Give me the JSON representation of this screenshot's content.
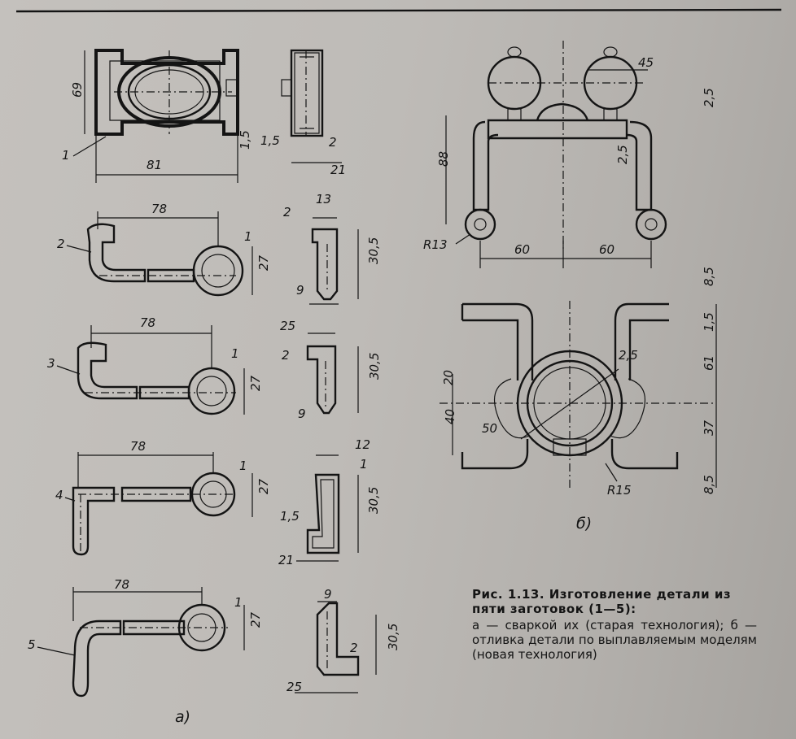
{
  "figure": {
    "caption_title": "Рис. 1.13. Изготовление детали из пяти заготовок (1—5):",
    "caption_text": "а — сваркой их (старая технология); б — отливка детали по выплавляемым моделям (новая технология)",
    "part_a_label": "а)",
    "part_b_label": "б)"
  },
  "dims": {
    "d69": "69",
    "d81": "81",
    "d1_5": "1,5",
    "d2": "2",
    "d21": "21",
    "d78": "78",
    "d13": "13",
    "d30_5": "30,5",
    "d9": "9",
    "d27": "27",
    "d25": "25",
    "d12": "12",
    "d1": "1",
    "d45": "45",
    "d2_5": "2,5",
    "d88": "88",
    "d60": "60",
    "dR13": "R13",
    "d8_5": "8,5",
    "d61": "61",
    "d37": "37",
    "d20": "20",
    "d40": "40",
    "d50": "50",
    "dR15": "R15"
  },
  "parts": {
    "p1": "1",
    "p2": "2",
    "p3": "3",
    "p4": "4",
    "p5": "5"
  }
}
